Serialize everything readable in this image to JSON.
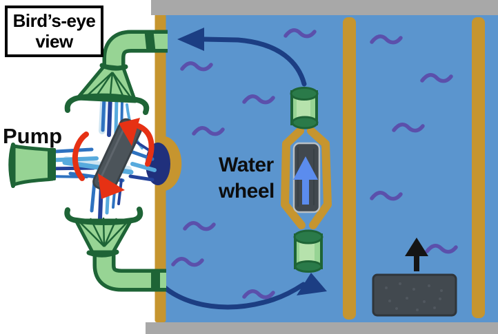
{
  "figure": {
    "title_box": {
      "line1": "Bird’s-eye",
      "line2": "view"
    },
    "pump_label": "Pump",
    "water_wheel_label": {
      "line1": "Water",
      "line2": "wheel"
    }
  },
  "colors": {
    "water": "#5b95ce",
    "wall_tan": "#c6952f",
    "frame_gray": "#a8a8a8",
    "pipe_green": "#97d494",
    "pipe_outline": "#1e6436",
    "pipe_rim": "#2a7a49",
    "paddle_gray": "#4c545a",
    "wheel_paddle": "#41484e",
    "rotation_red": "#e63114",
    "flow_navy": "#1c3e83",
    "wheel_arrow_blue": "#5b8cee",
    "ripple_purple": "#5b50ab",
    "port_navy": "#20307c",
    "block_gray": "#42494f",
    "thrust_black": "#141414",
    "spray_dark": "#24439b",
    "spray_mid": "#2e72c0",
    "spray_light": "#57aadd",
    "label_black": "#0d0d0d",
    "background": "#ffffff"
  }
}
